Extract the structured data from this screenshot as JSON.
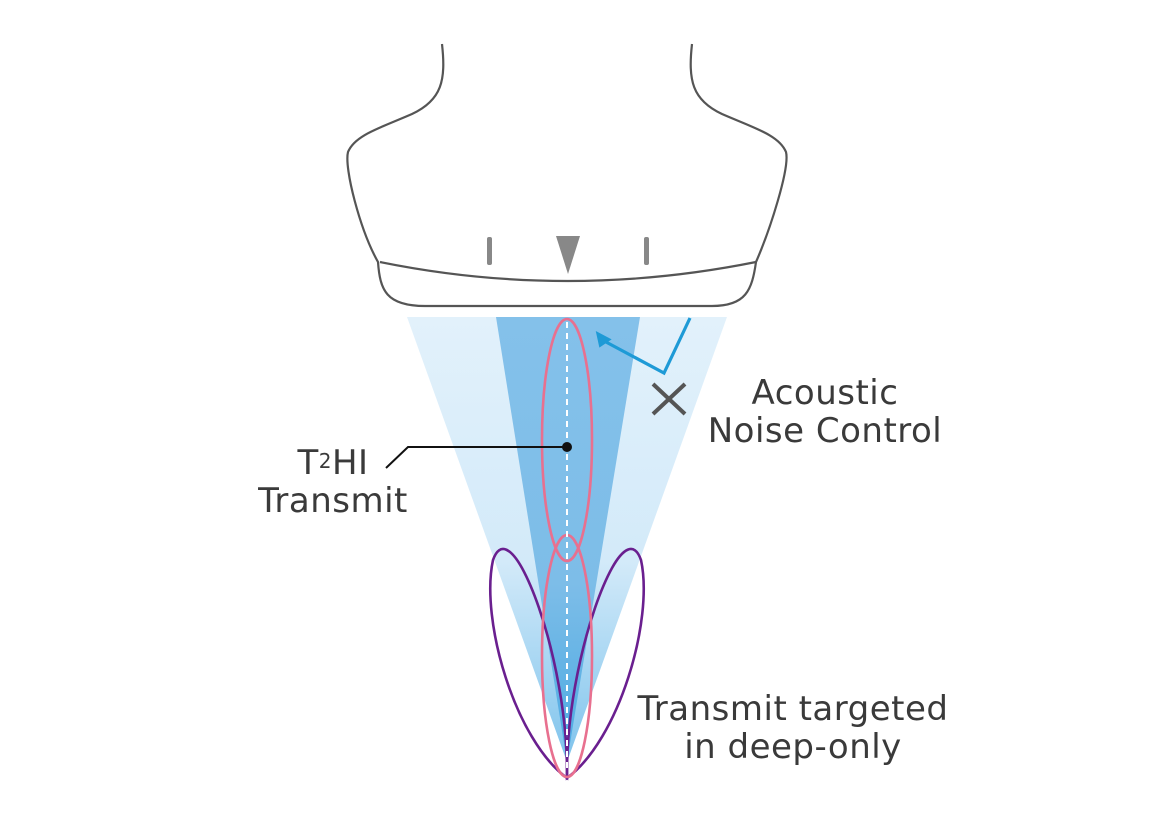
{
  "labels": {
    "t2hi_prefix": "T",
    "t2hi_sup": "2",
    "t2hi_suffix": "HI",
    "t2hi_line2": "Transmit",
    "noise_line1": "Acoustic",
    "noise_line2": "Noise Control",
    "deep_line1": "Transmit targeted",
    "deep_line2": "in deep-only"
  },
  "colors": {
    "probe_outline": "#555555",
    "probe_marks": "#888888",
    "beam_light": "#bfe0f6",
    "beam_dark": "#7cbde8",
    "focal_pink": "#e8708f",
    "deep_purple": "#6a1f8f",
    "noise_arrow": "#1e9ad6",
    "cross_mark": "#555555",
    "text": "#3a3a3a"
  }
}
